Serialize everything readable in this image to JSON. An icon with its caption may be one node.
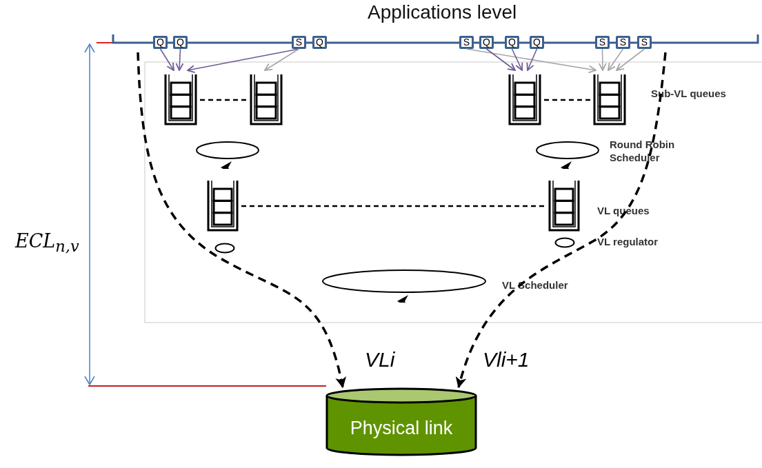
{
  "diagram": {
    "nodes": [
      {
        "text": [
          "Applications level"
        ]
      },
      {
        "text": [
          "Q"
        ],
        "in": 0
      },
      {
        "text": [
          "Q"
        ],
        "in": 0
      },
      {
        "text": [
          "S"
        ],
        "in": 0
      },
      {
        "text": [
          "Q"
        ],
        "in": 0
      },
      {
        "text": [
          "S"
        ],
        "in": 0
      },
      {
        "text": [
          "Q"
        ],
        "in": 0
      },
      {
        "text": [
          "Q"
        ],
        "in": 0
      },
      {
        "text": [
          "Q"
        ],
        "in": 0
      },
      {
        "text": [
          "S"
        ],
        "in": 0
      },
      {
        "text": [
          "S"
        ],
        "in": 0
      },
      {
        "text": [
          "S"
        ],
        "in": 0
      },
      {
        "text": [],
        "shape": "queue"
      },
      {
        "text": [],
        "shape": "queue"
      },
      {
        "text": [],
        "shape": "queue"
      },
      {
        "text": [],
        "shape": "queue"
      },
      {
        "text": [],
        "shape": "loop"
      },
      {
        "text": [],
        "shape": "loop"
      },
      {
        "text": [],
        "shape": "queue"
      },
      {
        "text": [],
        "shape": "queue"
      },
      {
        "text": [],
        "shape": "ellipse"
      },
      {
        "text": [],
        "shape": "ellipse"
      },
      {
        "text": [],
        "shape": "loop"
      },
      {
        "text": [
          "Physical link"
        ]
      }
    ],
    "edges": [
      {
        "from": 1,
        "to": 12,
        "arrow": "to",
        "color": "#6f5a94"
      },
      {
        "from": 2,
        "to": 12,
        "arrow": "to",
        "color": "#6f5a94"
      },
      {
        "from": 3,
        "to": 12,
        "arrow": "to",
        "color": "#6f5a94"
      },
      {
        "from": 3,
        "to": 13,
        "arrow": "to",
        "color": "#a6a6a6"
      },
      {
        "from": 5,
        "to": 15,
        "arrow": "to",
        "color": "#a6a6a6"
      },
      {
        "from": 6,
        "to": 14,
        "arrow": "to",
        "color": "#6f5a94"
      },
      {
        "from": 7,
        "to": 14,
        "arrow": "to",
        "color": "#6f5a94"
      },
      {
        "from": 8,
        "to": 14,
        "arrow": "to",
        "color": "#6f5a94"
      },
      {
        "from": 9,
        "to": 15,
        "arrow": "to",
        "color": "#a6a6a6"
      },
      {
        "from": 10,
        "to": 15,
        "arrow": "to",
        "color": "#a6a6a6"
      },
      {
        "from": 11,
        "to": 15,
        "arrow": "to",
        "color": "#a6a6a6"
      },
      {
        "from": 12,
        "to": 13,
        "arrow": "none",
        "style": "dashed",
        "color": "#000000"
      },
      {
        "from": 14,
        "to": 15,
        "arrow": "none",
        "style": "dashed",
        "color": "#000000"
      },
      {
        "from": 18,
        "to": 19,
        "arrow": "none",
        "style": "dashed",
        "color": "#000000"
      },
      {
        "from": 0,
        "to": 23,
        "arrow": "to",
        "style": "dashed",
        "color": "#000000",
        "label": "VLi"
      },
      {
        "from": 0,
        "to": 23,
        "arrow": "to",
        "style": "dashed",
        "color": "#000000",
        "label": "Vli+1"
      }
    ],
    "labels": [
      "Sub-VL queues",
      "Round Robin Scheduler",
      "VL queues",
      "VL regulator",
      "VL Scheduler",
      "ECL$_{n,v}$"
    ]
  }
}
